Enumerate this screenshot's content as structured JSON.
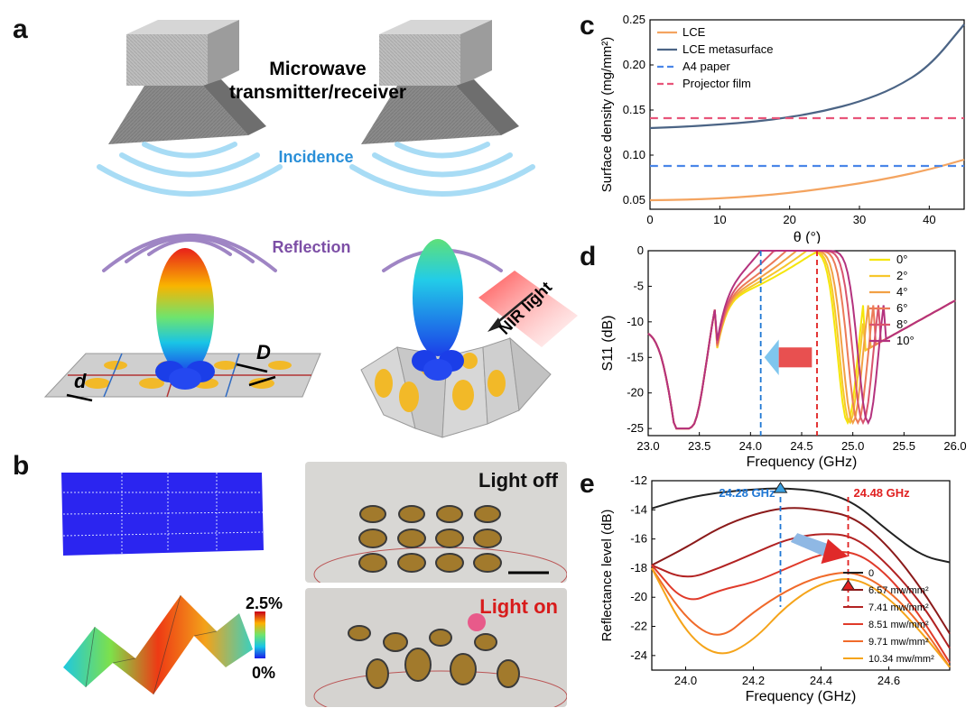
{
  "panels": {
    "a": {
      "label": "a",
      "title_line1": "Microwave",
      "title_line2": "transmitter/receiver",
      "incidence": "Incidence",
      "reflection": "Reflection",
      "nir": "NIR light",
      "dim_d": "d",
      "dim_D": "D"
    },
    "b": {
      "label": "b",
      "colorbar_max": "2.5%",
      "colorbar_min": "0%",
      "light_off": "Light off",
      "light_on": "Light on"
    },
    "c": {
      "label": "c"
    },
    "d": {
      "label": "d"
    },
    "e": {
      "label": "e"
    }
  },
  "colors": {
    "incidence_text": "#2a8fd8",
    "reflection_text": "#7d4fa6",
    "light_on_text": "#d81b1b",
    "lce": "#f4a460",
    "lce_meta": "#4b6485",
    "a4": "#4a86e8",
    "projector": "#e8557a"
  },
  "chart_data": [
    {
      "id": "c",
      "type": "line",
      "xlabel": "θ (°)",
      "ylabel": "Surface density (mg/mm²)",
      "xlim": [
        0,
        45
      ],
      "ylim": [
        0.04,
        0.25
      ],
      "xticks": [
        0,
        10,
        20,
        30,
        40
      ],
      "yticks": [
        0.05,
        0.1,
        0.15,
        0.2,
        0.25
      ],
      "legend_position": "top-left",
      "series": [
        {
          "name": "LCE",
          "color": "#f4a460",
          "dash": false,
          "x": [
            0,
            5,
            10,
            15,
            20,
            25,
            30,
            35,
            40,
            45
          ],
          "y": [
            0.05,
            0.0505,
            0.052,
            0.0545,
            0.058,
            0.063,
            0.0685,
            0.0755,
            0.084,
            0.095
          ]
        },
        {
          "name": "LCE metasurface",
          "color": "#4b6485",
          "dash": false,
          "x": [
            0,
            5,
            10,
            15,
            20,
            25,
            30,
            35,
            40,
            45
          ],
          "y": [
            0.13,
            0.1315,
            0.134,
            0.137,
            0.142,
            0.149,
            0.159,
            0.174,
            0.198,
            0.245
          ]
        },
        {
          "name": "A4 paper",
          "color": "#4a86e8",
          "dash": true,
          "x": [
            0,
            45
          ],
          "y": [
            0.088,
            0.088
          ]
        },
        {
          "name": "Projector film",
          "color": "#e8557a",
          "dash": true,
          "x": [
            0,
            45
          ],
          "y": [
            0.141,
            0.141
          ]
        }
      ]
    },
    {
      "id": "d",
      "type": "line",
      "xlabel": "Frequency (GHz)",
      "ylabel": "S11 (dB)",
      "xlim": [
        23.0,
        26.0
      ],
      "ylim": [
        -26,
        0
      ],
      "xticks": [
        23.0,
        23.5,
        24.0,
        24.5,
        25.0,
        25.5,
        26.0
      ],
      "yticks": [
        0,
        -5,
        -10,
        -15,
        -20,
        -25
      ],
      "legend_position": "top-right",
      "markers": [
        {
          "x": 24.1,
          "color": "#1f77d4"
        },
        {
          "x": 24.65,
          "color": "#e02020"
        }
      ],
      "series": [
        {
          "name": "0°",
          "color": "#f5e60a",
          "peak": 24.65,
          "dip2": 24.95
        },
        {
          "name": "2°",
          "color": "#f7c72c",
          "peak": 24.55,
          "dip2": 24.97
        },
        {
          "name": "4°",
          "color": "#f2a044",
          "peak": 24.45,
          "dip2": 25.0
        },
        {
          "name": "6°",
          "color": "#ec7a58",
          "peak": 24.35,
          "dip2": 25.05
        },
        {
          "name": "8°",
          "color": "#d9546e",
          "peak": 24.23,
          "dip2": 25.1
        },
        {
          "name": "10°",
          "color": "#b4327e",
          "peak": 24.1,
          "dip2": 25.15
        }
      ]
    },
    {
      "id": "e",
      "type": "line",
      "xlabel": "Frequency (GHz)",
      "ylabel": "Reflectance level (dB)",
      "xlim": [
        23.9,
        24.78
      ],
      "ylim": [
        -25,
        -12
      ],
      "xticks": [
        24.0,
        24.2,
        24.4,
        24.6
      ],
      "yticks": [
        -12,
        -14,
        -16,
        -18,
        -20,
        -22,
        -24
      ],
      "legend_position": "bottom-right",
      "annotations": [
        {
          "text": "24.28 GHz",
          "x": 24.28,
          "color": "#1f77d4"
        },
        {
          "text": "24.48 GHz",
          "x": 24.48,
          "color": "#e02020"
        }
      ],
      "series": [
        {
          "name": "0",
          "color": "#222222",
          "x": [
            23.9,
            24.0,
            24.1,
            24.2,
            24.28,
            24.4,
            24.5,
            24.6,
            24.7,
            24.78
          ],
          "y": [
            -13.9,
            -13.2,
            -12.8,
            -12.6,
            -12.5,
            -12.7,
            -13.5,
            -15.5,
            -17.2,
            -17.6
          ]
        },
        {
          "name": "6.57 mw/mm²",
          "color": "#8b1a1a",
          "x": [
            23.9,
            24.0,
            24.1,
            24.2,
            24.3,
            24.4,
            24.5,
            24.6,
            24.7,
            24.78
          ],
          "y": [
            -17.8,
            -16.6,
            -15.2,
            -14.3,
            -13.8,
            -14.0,
            -14.5,
            -16.5,
            -19.5,
            -22.5
          ]
        },
        {
          "name": "7.41 mw/mm²",
          "color": "#b22222",
          "x": [
            23.9,
            24.0,
            24.1,
            24.2,
            24.3,
            24.4,
            24.5,
            24.6,
            24.7,
            24.78
          ],
          "y": [
            -17.8,
            -18.8,
            -18.0,
            -17.0,
            -16.0,
            -15.6,
            -15.8,
            -17.8,
            -20.5,
            -23.5
          ]
        },
        {
          "name": "8.51 mw/mm²",
          "color": "#e03a2a",
          "x": [
            23.9,
            24.0,
            24.1,
            24.2,
            24.3,
            24.4,
            24.5,
            24.6,
            24.7,
            24.78
          ],
          "y": [
            -17.8,
            -20.5,
            -19.5,
            -19.0,
            -18.0,
            -17.0,
            -16.8,
            -18.5,
            -21.5,
            -24.5
          ]
        },
        {
          "name": "9.71 mw/mm²",
          "color": "#f06a2a",
          "x": [
            23.9,
            24.0,
            24.1,
            24.2,
            24.3,
            24.4,
            24.5,
            24.6,
            24.7,
            24.78
          ],
          "y": [
            -18.0,
            -21.5,
            -23.0,
            -21.0,
            -19.5,
            -18.5,
            -18.2,
            -19.5,
            -22.0,
            -24.8
          ]
        },
        {
          "name": "10.34 mw/mm²",
          "color": "#f5a41a",
          "x": [
            23.9,
            24.0,
            24.1,
            24.2,
            24.3,
            24.4,
            24.5,
            24.6,
            24.7,
            24.78
          ],
          "y": [
            -18.0,
            -22.5,
            -24.2,
            -23.0,
            -20.5,
            -19.0,
            -18.6,
            -20.0,
            -22.5,
            -24.8
          ]
        }
      ]
    }
  ]
}
